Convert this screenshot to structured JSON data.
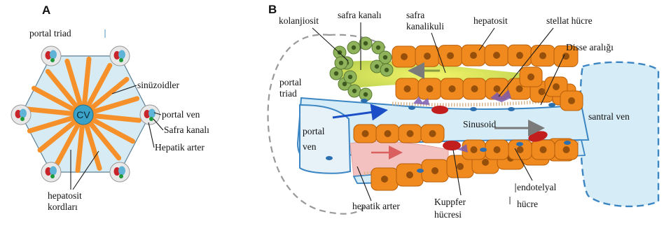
{
  "panel_a": {
    "letter": "A",
    "center_label": "CV",
    "labels": {
      "portal_triad": "portal triad",
      "sinusoids": "sinüzoidler",
      "portal_vein": "portal ven",
      "bile_duct": "Safra kanalı",
      "hepatic_artery": "Hepatik arter",
      "hepatocyte_cords_1": "hepatosit",
      "hepatocyte_cords_2": "kordları"
    }
  },
  "panel_b": {
    "letter": "B",
    "labels": {
      "cholangiocyte": "kolanjiosit",
      "bile_duct": "safra kanalı",
      "bile_canaliculus_1": "safra",
      "bile_canaliculus_2": "kanalikuli",
      "hepatocyte": "hepatosit",
      "stellate_cell": "stellat hücre",
      "space_of_disse": "Disse aralığı",
      "portal_triad_1": "portal",
      "portal_triad_2": "triad",
      "portal_vein_1": "portal",
      "portal_vein_2": "ven",
      "sinusoid": "Sinusoid",
      "central_vein": "santral ven",
      "hepatic_artery": "hepatik arter",
      "kupffer_1": "Kuppfer",
      "kupffer_2": "hücresi",
      "endothelial_1": "endotelyal",
      "endothelial_2": "hücre"
    }
  },
  "colors": {
    "hepatocyte": "#f08a1f",
    "hepatocyte_outline": "#b85e0a",
    "cholangiocyte": "#8fb35a",
    "sinusoid": "#d6ecf6",
    "vessel_outline": "#3c86c4",
    "artery_pink": "#f3c2c0",
    "bile_yellow": "#e6e84a",
    "kupffer": "#c21e1e",
    "stellate": "#7b5bb0",
    "portal_arrow": "#1a4fc8"
  }
}
